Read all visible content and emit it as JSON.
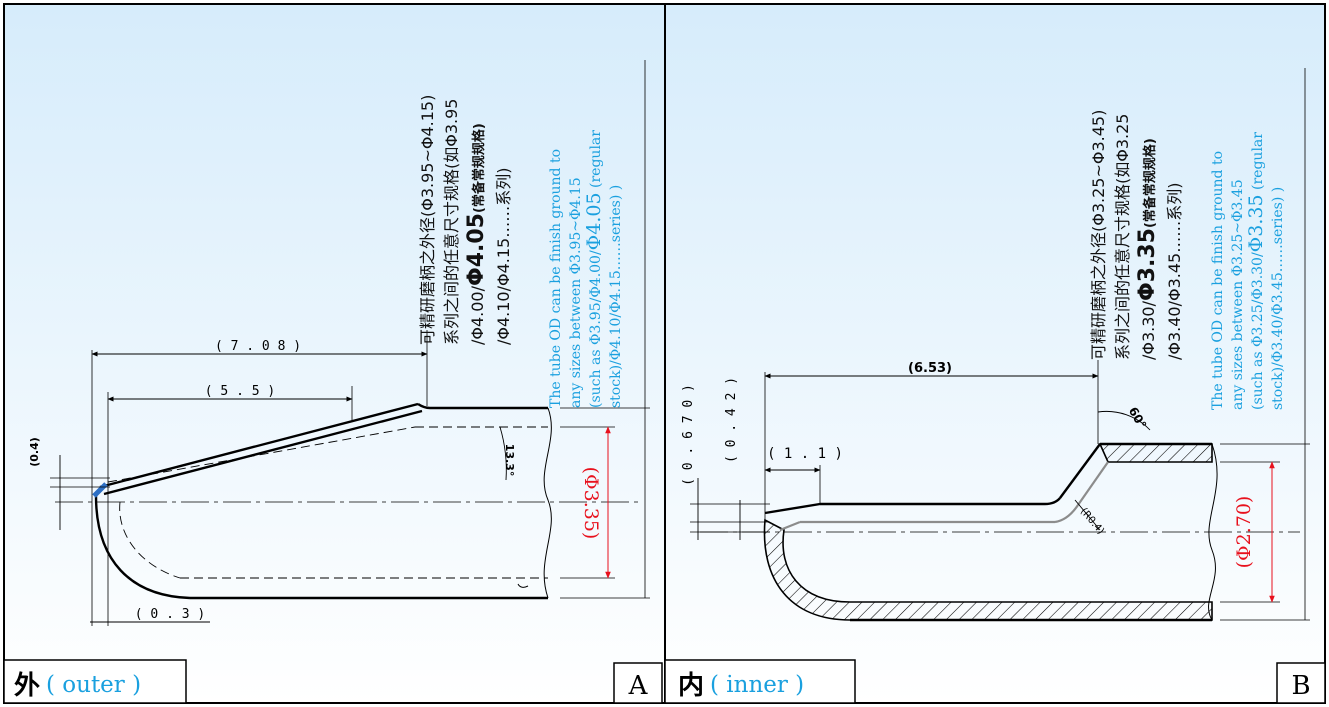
{
  "colors": {
    "panel_top": "#d6ecfb",
    "panel_bottom": "#ffffff",
    "outline": "#000000",
    "dim_red": "#e8111d",
    "label_blue": "#1aa0df",
    "chamfer_blue": "#2d6fc4",
    "liner_grey": "#8c8c8c"
  },
  "panel_a": {
    "corner_label": "A",
    "title_cn": "外",
    "title_en": "( outer )",
    "dims": {
      "d708": "( 7 . 0 8 )",
      "d55": "( 5 . 5 )",
      "d04": "(0.4)",
      "d03": "( 0 . 3 )",
      "angle": "13.3°",
      "diameter": "(Φ3.35)"
    },
    "cn_lines": [
      "可精研磨柄之外径(Φ3.95~Φ4.15)",
      "系列之间的任意尺寸规格(如Φ3.95",
      "/Φ4.00/",
      "Φ4.05",
      "(常备常规规格)",
      "/Φ4.10/Φ4.15……系列)"
    ],
    "en_lines": [
      "The tube OD can be finish ground to",
      "any sizes between  Φ3.95~Φ4.15",
      "(such as Φ3.95/Φ4.00/",
      "Φ4.05",
      " (regular",
      "stock)/Φ4.10/Φ4.15……series) )"
    ]
  },
  "panel_b": {
    "corner_label": "B",
    "title_cn": "内",
    "title_en": "( inner )",
    "dims": {
      "d653": "(6.53)",
      "d11": "( 1 . 1 )",
      "d670": "( 0 . 6 7 0 )",
      "d042": "( 0 . 4 2 )",
      "angle": "60°",
      "radius": "(R0.4)",
      "diameter": "(Φ2.70)"
    },
    "cn_lines": [
      "可精研磨柄之外径(Φ3.25~Φ3.45)",
      "系列之间的任意尺寸规格(如Φ3.25",
      "/Φ3.30/",
      "Φ3.35",
      "(常备常规规格)",
      "/Φ3.40/Φ3.45……系列)"
    ],
    "en_lines": [
      "The tube OD can be finish ground to",
      "any sizes between  Φ3.25~Φ3.45",
      "(such as Φ3.25/Φ3.30/",
      "Φ3.35",
      " (regular",
      "stock)/Φ3.40/Φ3.45……series) )"
    ]
  }
}
